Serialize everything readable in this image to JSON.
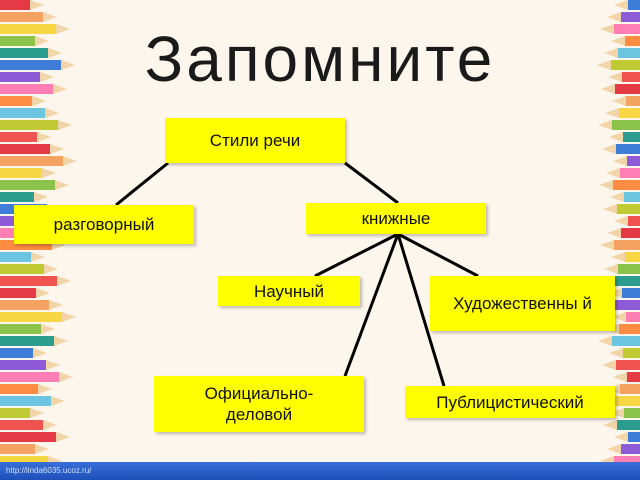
{
  "title": "Запомните",
  "exclamation": "!",
  "nodes": {
    "root": "Стили речи",
    "colloquial": "разговорный",
    "bookish": "книжные",
    "scientific": "Научный",
    "artistic": "Художественны й",
    "official": "Официально-деловой",
    "journalistic": "Публицистический"
  },
  "watermark": "http://linda6035.ucoz.ru/",
  "colors": {
    "node_fill": "#ffff00",
    "background": "#fdf6ec",
    "bottom_bar": "#2a5fd0"
  }
}
